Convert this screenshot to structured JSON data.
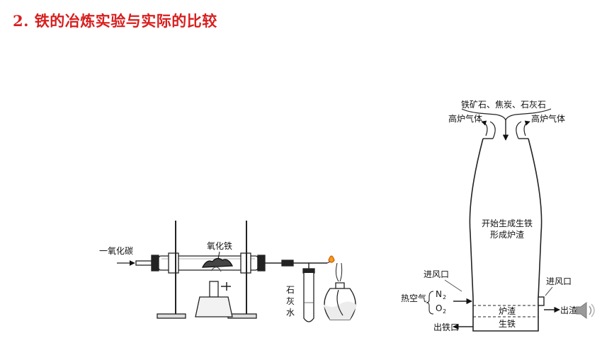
{
  "slide": {
    "title": "2. 铁的冶炼实验与实际的比较"
  },
  "lab_apparatus": {
    "gas_inlet": "一氧化碳",
    "tube_content": "氧化铁",
    "limewater_1": "石",
    "limewater_2": "灰",
    "limewater_3": "水"
  },
  "blast_furnace": {
    "feed": "铁矿石、焦炭、石灰石",
    "gas_left": "高炉气体",
    "gas_right": "高炉气体",
    "zone_1": "开始生成生铁",
    "zone_2": "形成炉渣",
    "air_in_left": "进风口",
    "air_in_right": "进风口",
    "hot_air": "热空气",
    "n2": "N",
    "n2_sub": "2",
    "o2": "O",
    "o2_sub": "2",
    "slag": "炉渣",
    "pig_iron": "生铁",
    "iron_outlet": "出铁口",
    "slag_outlet": "出渣口"
  },
  "icons": {
    "speaker": "speaker-icon"
  }
}
